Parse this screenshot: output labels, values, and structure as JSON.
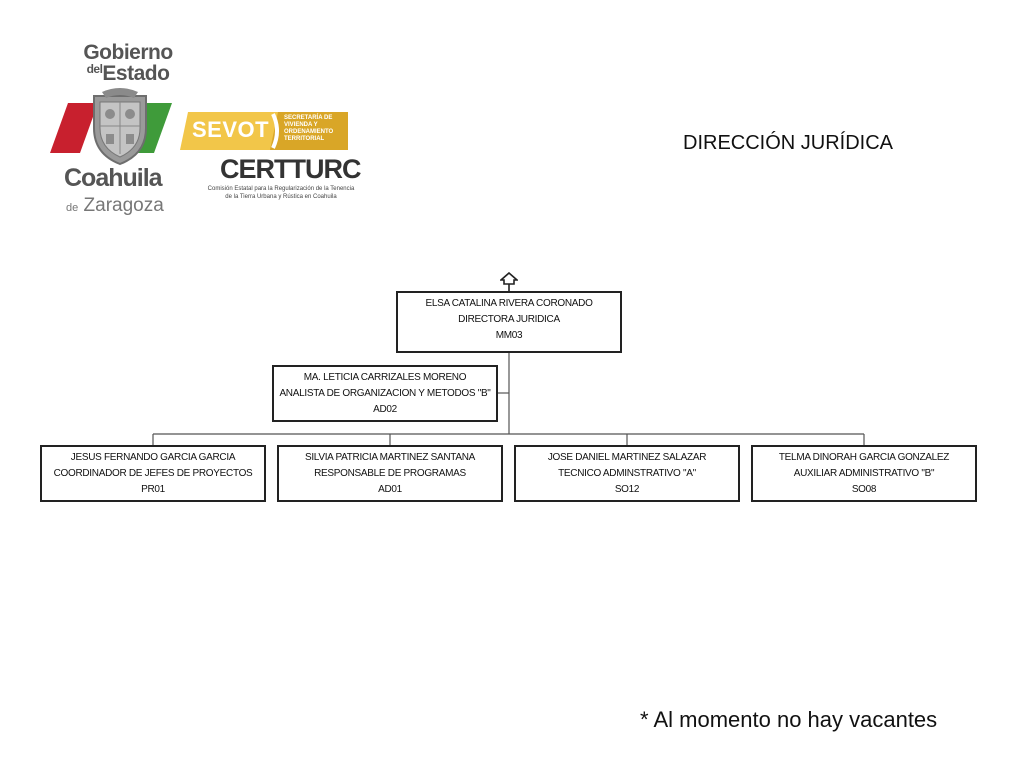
{
  "logo": {
    "gobierno": "Gobierno",
    "del": "del",
    "estado": "Estado",
    "coahuila": "Coahuila",
    "de": "de",
    "zaragoza": "Zaragoza",
    "sevot": "SEVOT",
    "sevot_sub": "SECRETARÍA DE VIVIENDA Y ORDENAMIENTO TERRITORIAL",
    "certturc": "CERTTURC",
    "certturc_sub": "Comisión Estatal para la Regularización de la Tenencia de la Tierra Urbana y Rústica en Coahuila"
  },
  "page_title": "DIRECCIÓN JURÍDICA",
  "org_chart": {
    "director": {
      "name": "ELSA CATALINA RIVERA CORONADO",
      "position": "DIRECTORA JURIDICA",
      "code": "MM03"
    },
    "staff": {
      "name": "MA. LETICIA CARRIZALES MORENO",
      "position": "ANALISTA DE ORGANIZACION Y METODOS \"B\"",
      "code": "AD02"
    },
    "subordinates": [
      {
        "name": "JESUS FERNANDO GARCIA GARCIA",
        "position": "COORDINADOR DE JEFES DE PROYECTOS",
        "code": "PR01"
      },
      {
        "name": "SILVIA PATRICIA MARTINEZ SANTANA",
        "position": "RESPONSABLE DE PROGRAMAS",
        "code": "AD01"
      },
      {
        "name": "JOSE DANIEL MARTINEZ SALAZAR",
        "position": "TECNICO ADMINSTRATIVO \"A\"",
        "code": "SO12"
      },
      {
        "name": "TELMA DINORAH GARCIA GONZALEZ",
        "position": "AUXILIAR ADMINISTRATIVO \"B\"",
        "code": "SO08"
      }
    ]
  },
  "footer_note": "* Al momento no hay vacantes",
  "colors": {
    "flag_red": "#c8202e",
    "flag_green": "#3f9b3a",
    "sevot_gold": "#d9a627",
    "sevot_yellow": "#f2c649",
    "logo_gray": "#555555"
  }
}
